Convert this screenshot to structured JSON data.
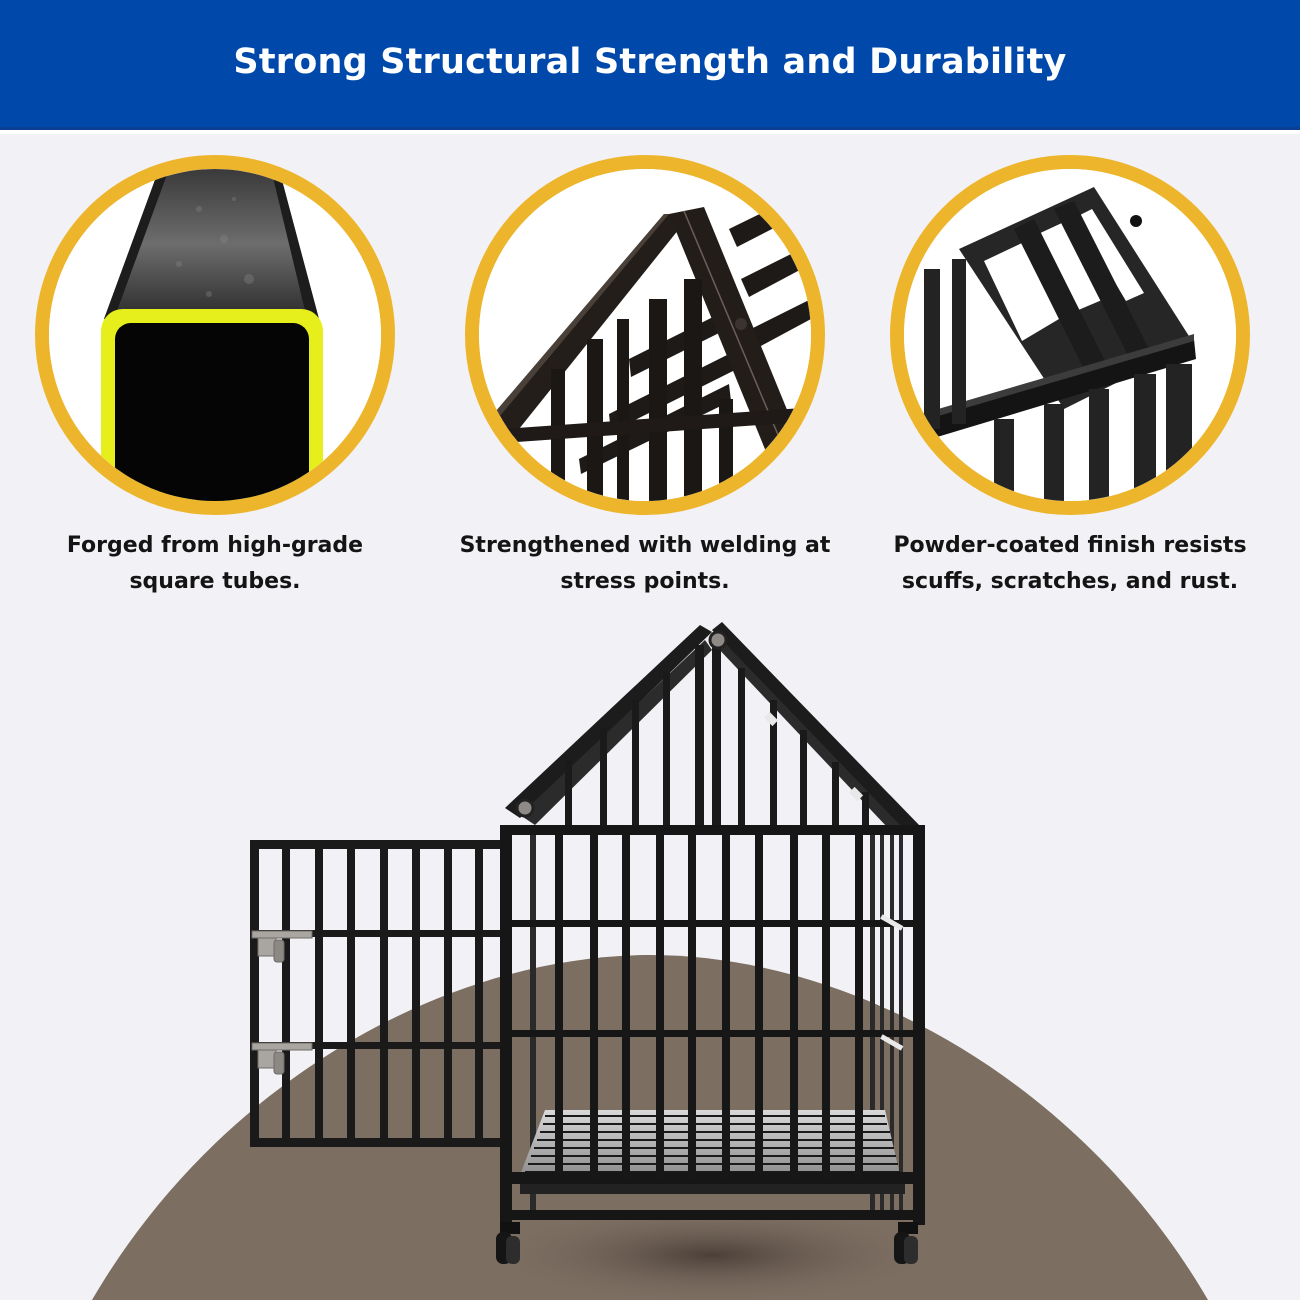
{
  "banner": {
    "title": "Strong Structural Strength and Durability",
    "background_color": "#0049ab",
    "text_color": "#ffffff"
  },
  "features": [
    {
      "icon": "square-tube-cross-section-icon",
      "image_description": "Close-up of a black steel square tube with highlighted yellow cross-section edge",
      "caption_line1": "Forged from high-grade",
      "caption_line2": "square tubes."
    },
    {
      "icon": "welded-roof-joint-icon",
      "image_description": "Close-up of welded peak joint of the crate roof frame",
      "caption_line1": "Strengthened with welding at",
      "caption_line2": "stress points."
    },
    {
      "icon": "powder-coated-frame-icon",
      "image_description": "Close-up of powder-coated black crate corner frame",
      "caption_line1": "Powder-coated finish resists",
      "caption_line2": "scuffs, scratches, and rust."
    }
  ],
  "colors": {
    "page_background": "#f2f2f6",
    "ring_gold": "#edb52c",
    "tube_highlight_yellow": "#e6ef1c",
    "floor_brown": "#7d6e62",
    "metal_black": "#1a1a1a"
  },
  "product": {
    "name": "heavy-duty dog crate with peaked roof",
    "door_state": "open",
    "has_wheels": true,
    "wheel_count_visible": 2,
    "door_latches": 2
  }
}
